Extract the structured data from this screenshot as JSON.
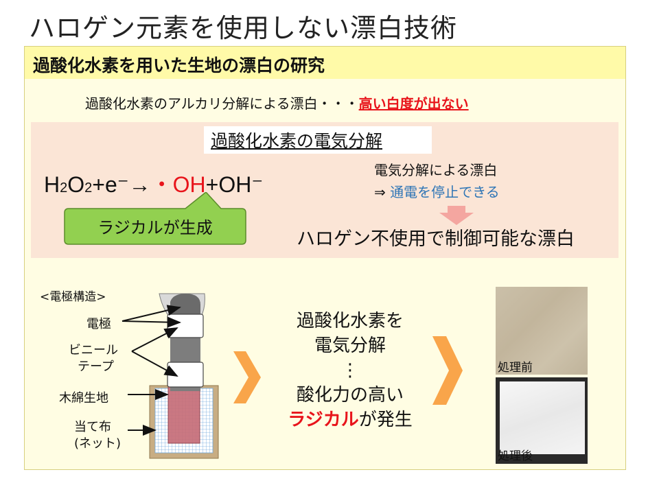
{
  "title": "ハロゲン元素を使用しない漂白技術",
  "panel": {
    "header": "過酸化水素を用いた生地の漂白の研究",
    "intro_text": "過酸化水素のアルカリ分解による漂白・・・",
    "intro_highlight": "高い白度が出ない"
  },
  "electrolysis": {
    "title": "過酸化水素の電気分解",
    "equation": {
      "p1": "H",
      "s1": "2",
      "p2": "O",
      "s2": "2",
      "p3": "+e⁻→",
      "radical": "・OH",
      "p4": "+OH⁻"
    },
    "callout": "ラジカルが生成",
    "desc_line1": "電気分解による漂白",
    "desc_line2_prefix": "⇒ ",
    "desc_line2_highlight": "通電を停止できる",
    "conclusion": "ハロゲン不使用で制御可能な漂白"
  },
  "electrode": {
    "caption": "<電極構造>",
    "labels": {
      "electrode": "電極",
      "vinyl_tape_1": "ビニール",
      "vinyl_tape_2": "テープ",
      "cotton_fabric": "木綿生地",
      "backing_1": "当て布",
      "backing_2": "(ネット)"
    }
  },
  "process": {
    "line1": "過酸化水素を",
    "line2": "電気分解",
    "line3": "⋮",
    "line4": "酸化力の高い",
    "line5_highlight": "ラジカル",
    "line5_rest": "が発生"
  },
  "photos": {
    "before_label": "処理前",
    "after_label": "処理後"
  },
  "colors": {
    "accent_red": "#e8141b",
    "accent_blue": "#2e75b6",
    "arrow_orange": "#f9a54a",
    "callout_green": "#92d050",
    "header_yellow": "#fffaa8",
    "panel_pink": "#fbe5d6"
  }
}
